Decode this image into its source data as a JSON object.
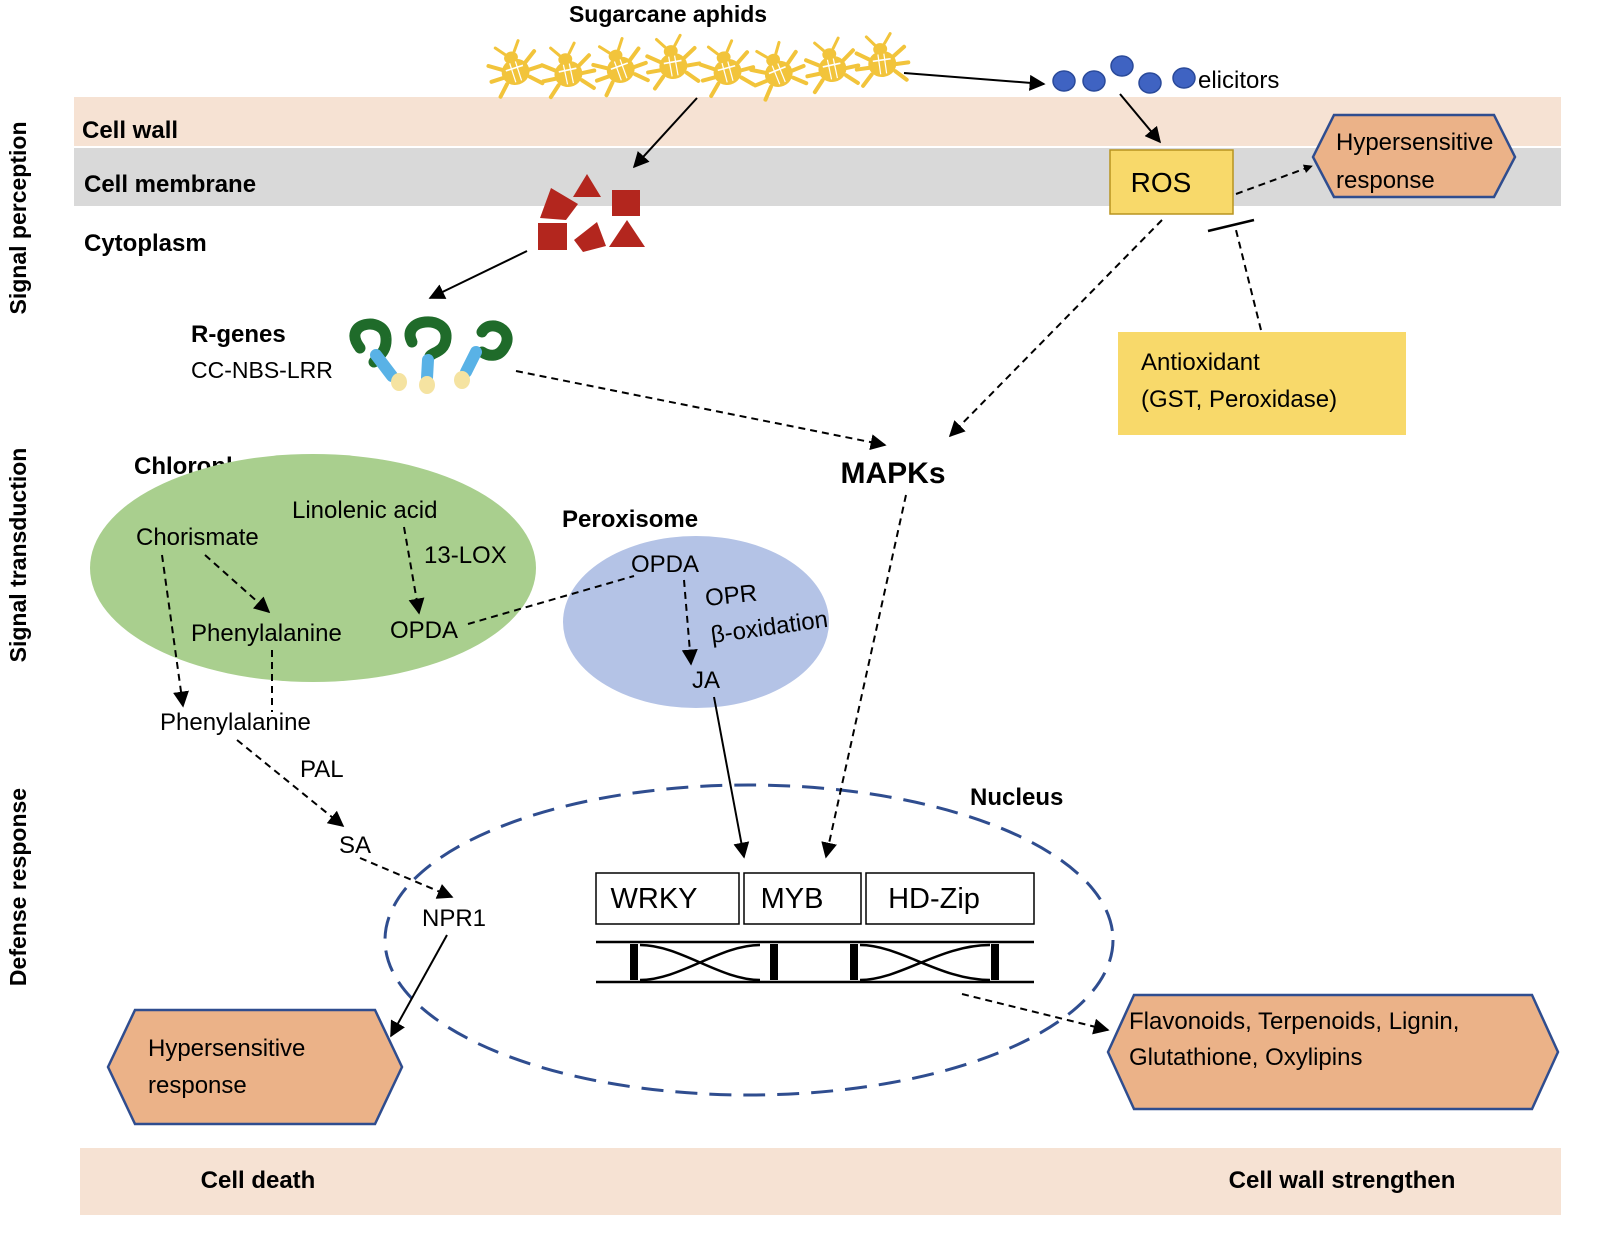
{
  "title": "Sugarcane aphids",
  "elicitors_label": "elicitors",
  "layers": {
    "cell_wall": "Cell wall",
    "cell_membrane": "Cell membrane",
    "cytoplasm": "Cytoplasm"
  },
  "side_labels": {
    "perception": "Signal perception",
    "transduction": "Signal transduction",
    "defense": "Defense response"
  },
  "ros": "ROS",
  "hr_top": {
    "line1": "Hypersensitive",
    "line2": "response"
  },
  "antioxidant": {
    "line1": "Antioxidant",
    "line2": "(GST, Peroxidase)"
  },
  "rgenes": {
    "title": "R-genes",
    "subtitle": "CC-NBS-LRR"
  },
  "mapks": "MAPKs",
  "chloroplast": {
    "title": "Chloroplast",
    "chorismate": "Chorismate",
    "linolenic": "Linolenic acid",
    "lox": "13-LOX",
    "phenylalanine": "Phenylalanine",
    "opda": "OPDA"
  },
  "peroxisome": {
    "title": "Peroxisome",
    "opda": "OPDA",
    "opr": "OPR",
    "beta": "β-oxidation",
    "ja": "JA"
  },
  "cyto_phenylalanine": "Phenylalanine",
  "pal": "PAL",
  "sa": "SA",
  "npr1": "NPR1",
  "nucleus": "Nucleus",
  "tfs": [
    "WRKY",
    "MYB",
    "HD-Zip"
  ],
  "hr_bottom": {
    "line1": "Hypersensitive",
    "line2": "response"
  },
  "metabolites": {
    "line1": "Flavonoids, Terpenoids, Lignin,",
    "line2": "Glutathione, Oxylipins"
  },
  "bottom": {
    "left": "Cell death",
    "right": "Cell wall strengthen"
  },
  "colors": {
    "wall_band": "#f6e2d3",
    "membrane_band": "#d9d9d9",
    "ros_fill": "#f8d96a",
    "hr_fill": "#ebb288",
    "hr_stroke": "#2f4d8f",
    "chloroplast_fill": "#a9cf8e",
    "peroxisome_fill": "#b4c3e6",
    "nucleus_stroke": "#2f4d8f",
    "aphid": "#f2c43b",
    "elicitor": "#3f63c2",
    "effector": "#b3261e",
    "rgene_hook": "#1f6b2a",
    "rgene_stem": "#59b2e6",
    "rgene_base": "#f5e3a1"
  }
}
